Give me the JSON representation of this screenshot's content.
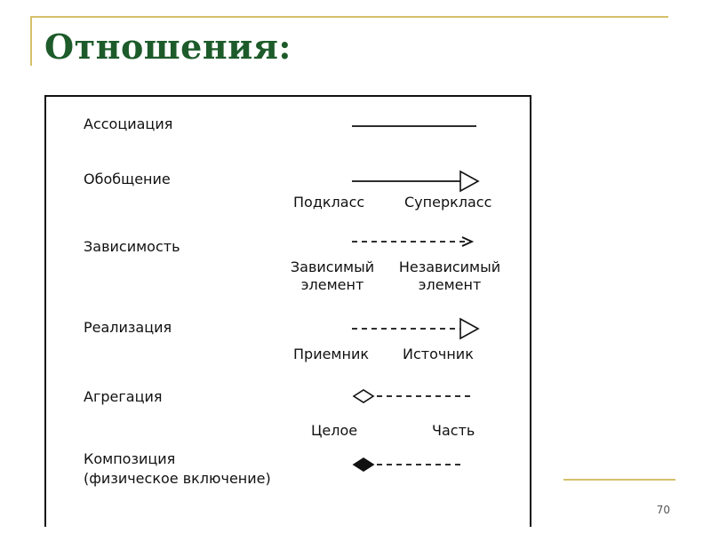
{
  "slide": {
    "title": "Отношения:",
    "page_number": "70"
  },
  "relations": [
    {
      "name": "Ассоциация",
      "line": "solid",
      "end": "none",
      "roles": []
    },
    {
      "name": "Обобщение",
      "line": "solid",
      "end": "hollow-triangle",
      "roles": [
        "Подкласс",
        "Суперкласс"
      ]
    },
    {
      "name": "Зависимость",
      "line": "dashed",
      "end": "open-arrow",
      "roles": [
        "Зависимый элемент",
        "Независимый элемент"
      ]
    },
    {
      "name": "Реализация",
      "line": "dashed",
      "end": "hollow-triangle",
      "roles": [
        "Приемник",
        "Источник"
      ]
    },
    {
      "name": "Агрегация",
      "line": "dashed",
      "start": "hollow-diamond",
      "roles": [
        "Целое",
        "Часть"
      ]
    },
    {
      "name": "Композиция",
      "note": "(физическое включение)",
      "line": "dashed",
      "start": "filled-diamond",
      "roles": []
    }
  ],
  "colors": {
    "title": "#1d5b2a",
    "decor": "#d4c06a",
    "ink": "#111111"
  }
}
